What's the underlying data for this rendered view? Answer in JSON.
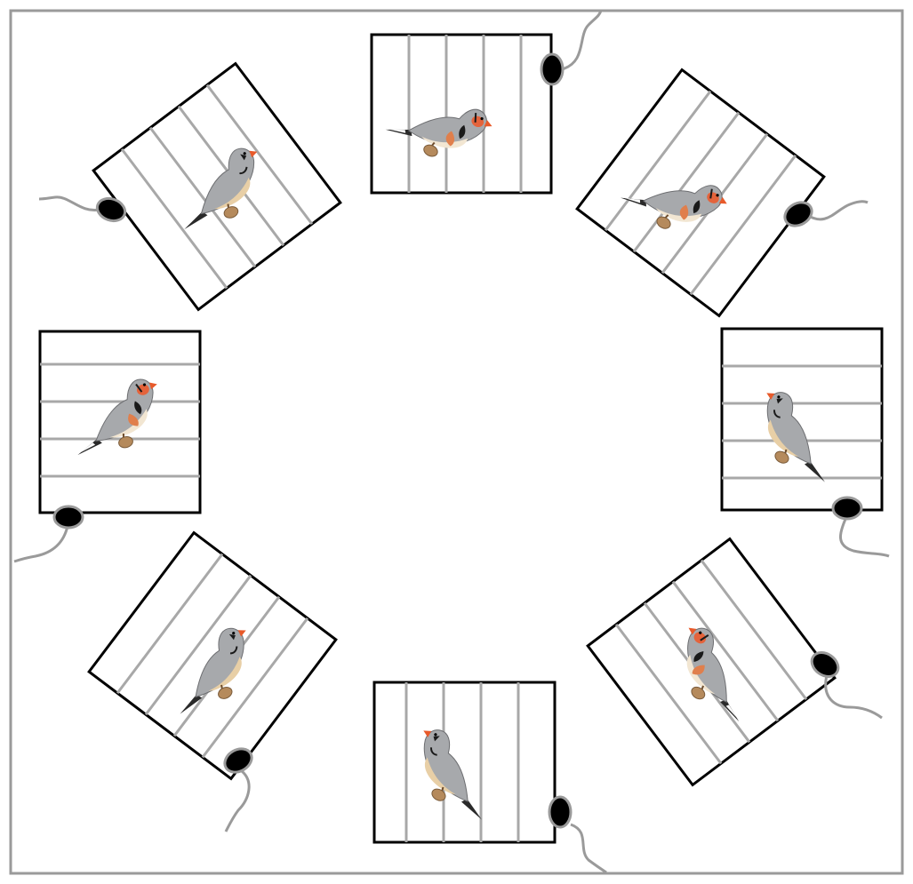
{
  "diagram": {
    "frame_color": "#9a9a9a",
    "cage_border_color": "#000000",
    "cage_bar_color": "#a8a8a8",
    "microphone_color": "#000000",
    "cable_color": "#9a9a9a",
    "cages": [
      {
        "id": "top",
        "bird": "male",
        "facing": "right",
        "bar_direction": "vertical"
      },
      {
        "id": "top-right",
        "bird": "male",
        "facing": "right",
        "bar_direction": "diagonal"
      },
      {
        "id": "right",
        "bird": "female",
        "facing": "left",
        "bar_direction": "horizontal"
      },
      {
        "id": "bottom-right",
        "bird": "male",
        "facing": "left",
        "bar_direction": "diagonal"
      },
      {
        "id": "bottom",
        "bird": "female",
        "facing": "left",
        "bar_direction": "vertical"
      },
      {
        "id": "bottom-left",
        "bird": "female",
        "facing": "right",
        "bar_direction": "diagonal"
      },
      {
        "id": "left",
        "bird": "male",
        "facing": "right",
        "bar_direction": "horizontal"
      },
      {
        "id": "top-left",
        "bird": "female",
        "facing": "right",
        "bar_direction": "diagonal"
      }
    ],
    "bird_colors": {
      "body": "#a7a9ac",
      "belly_female": "#e8cfa6",
      "belly_male": "#f2e6d2",
      "cheek": "#e4633b",
      "flank": "#e07f4c",
      "beak": "#e85a2a",
      "tear_mark": "#1a1a1a",
      "tail_dark": "#2a2a2a",
      "perch": "#b58a5c"
    }
  }
}
